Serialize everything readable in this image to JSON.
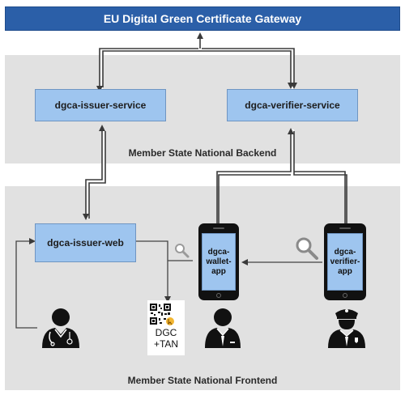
{
  "gateway": {
    "title": "EU Digital Green Certificate Gateway"
  },
  "backend": {
    "label": "Member State National Backend",
    "issuer_service": "dgca-issuer-service",
    "verifier_service": "dgca-verifier-service"
  },
  "frontend": {
    "label": "Member State National Frontend",
    "issuer_web": "dgca-issuer-web",
    "wallet_app": "dgca-\nwallet-\napp",
    "verifier_app": "dgca-\nverifier-\napp",
    "certificate": "DGC\n+TAN"
  },
  "icons": {
    "doctor": "doctor-icon",
    "citizen": "citizen-icon",
    "officer": "police-officer-icon",
    "qr": "qr-code-icon",
    "magnifier": "magnifier-icon"
  },
  "colors": {
    "header": "#2b5fa8",
    "component": "#9ec5ef",
    "band": "#e1e1e1",
    "connector": "#4a4a4a"
  }
}
